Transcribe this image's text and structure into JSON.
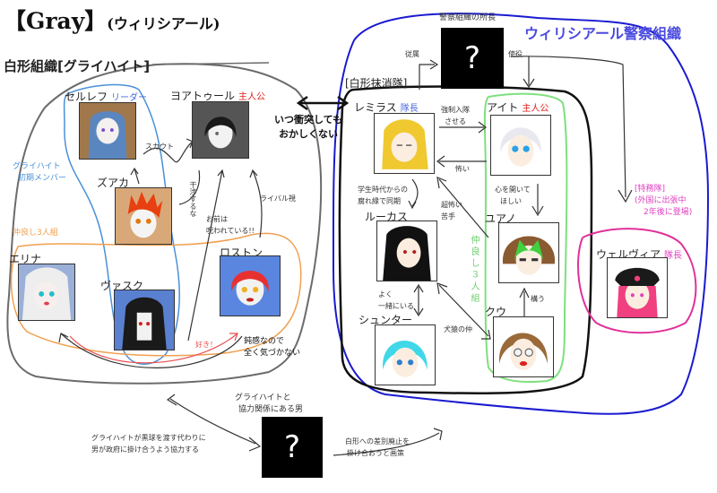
{
  "title": {
    "main": "【Gray】",
    "sub": "(ウィリシアール)"
  },
  "colors": {
    "gray_outline": "#6b6b6b",
    "founders_blue": "#4a90d9",
    "trio_orange": "#f0a050",
    "police_navy": "#1a1ad0",
    "squad_black": "#111111",
    "trio_green": "#7ee07e",
    "special_pink": "#e0309a",
    "protagonist_red": "#e02020",
    "leader_blue": "#4a6ae0",
    "romance_red": "#e85050"
  },
  "groups": {
    "graihite": "白形組織[グライハイト]",
    "founders": [
      "グライハイト",
      "初期メンバー"
    ],
    "trio_left": "仲良し3人組",
    "police": "ウィリシアール警察組織",
    "squad": "[白形抹消隊]",
    "trio_right": "仲良し３人組",
    "special": [
      "[特務隊]",
      "(外国に出張中",
      "2年後に登場)"
    ]
  },
  "characters": {
    "serulef": {
      "name": "セルレフ",
      "role": "リーダー"
    },
    "yoatool": {
      "name": "ヨアトゥール",
      "role": "主人公"
    },
    "zuaka": {
      "name": "ズアカ"
    },
    "erina": {
      "name": "エリナ"
    },
    "vasuku": {
      "name": "ヴァスク"
    },
    "roston": {
      "name": "ロストン"
    },
    "remiras": {
      "name": "レミラス",
      "role": "隊長"
    },
    "aito": {
      "name": "アイト",
      "role": "主人公"
    },
    "lucas": {
      "name": "ルーカス"
    },
    "yuano": {
      "name": "ユアノ"
    },
    "shunter": {
      "name": "シュンター"
    },
    "kuu": {
      "name": "クウ"
    },
    "welvia": {
      "name": "ウェルヴィア",
      "role": "隊長"
    }
  },
  "unknowns": {
    "police_chief": {
      "label": "警察組織の所長",
      "glyph": "?"
    },
    "collaborator": {
      "label": [
        "グライハイトと",
        "協力関係にある男"
      ],
      "glyph": "?"
    }
  },
  "relations": {
    "scout": "スカウト",
    "dont_interfere": "干渉するな",
    "cursed": [
      "お前は",
      "呪われている!!"
    ],
    "rival": "ライバル視",
    "likes": "好き！",
    "oblivious": [
      "鈍感なので",
      "全く気づかない"
    ],
    "conflict": [
      "いつ衝突しても",
      "おかしくない"
    ],
    "subordinate": "従属",
    "employ": "使役",
    "force_join": [
      "強制入隊",
      "させる"
    ],
    "scary": "怖い",
    "open_heart": [
      "心を開いて",
      "ほしい"
    ],
    "school_friends": [
      "学生時代からの",
      "腐れ縁で同期"
    ],
    "super_scary": [
      "超怖い",
      "苦手"
    ],
    "often_together": [
      "よく",
      "一緒にいる"
    ],
    "protect": "構う",
    "enemies": "犬猿の仲",
    "deal": [
      "グライハイトが黒球を渡す代わりに",
      "男が政府に掛け合うよう協力する"
    ],
    "plan": [
      "白形への差別廃止を",
      "掛け合おうと画策"
    ]
  }
}
